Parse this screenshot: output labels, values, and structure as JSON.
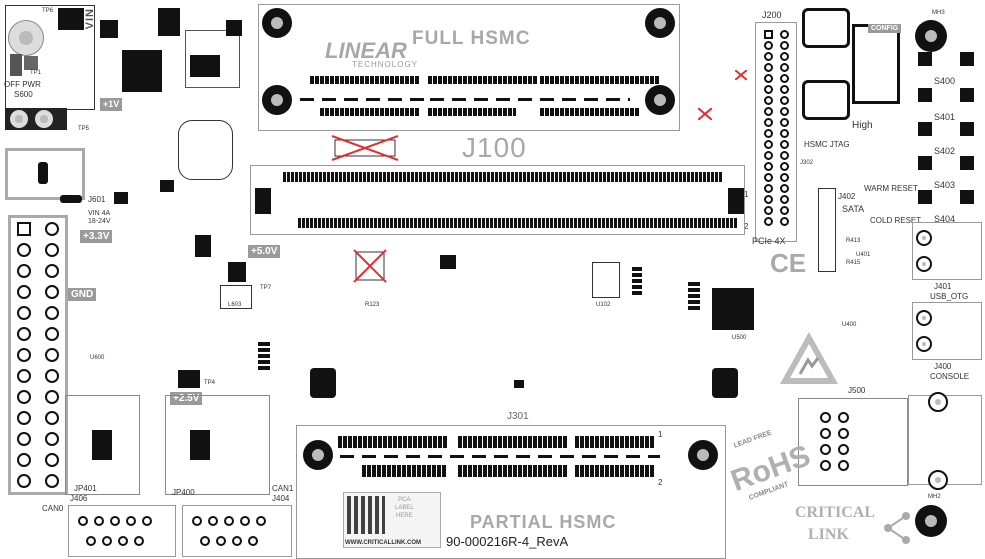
{
  "board_id": "90-000216R-4_RevA",
  "connectors": {
    "full_hsmc": "FULL HSMC",
    "partial_hsmc": "PARTIAL HSMC",
    "j100": "J100",
    "j301": "J301",
    "j200": "J200",
    "pcie": "PCIe 4X",
    "hsmc_jtag": "HSMC JTAG",
    "sata_ref": "J402",
    "sata": "SATA",
    "j500": "J500",
    "j401": "J401",
    "usb_otg": "USB_OTG",
    "j400": "J400",
    "console": "CONSOLE",
    "j601": "J601",
    "j406": "J406",
    "jp401": "JP401",
    "jp400": "JP400",
    "can1": "CAN1",
    "can0": "CAN0",
    "j404": "J404"
  },
  "rail_labels": [
    "+3.3V",
    "GND",
    "+5.0V",
    "+2.5V",
    "+1V"
  ],
  "switch_labels": {
    "off_pwr": "OFF PWR",
    "s600": "S600",
    "warm_reset": "WARM RESET",
    "cold_reset": "COLD RESET",
    "high": "High",
    "config": "CONFIG",
    "s400": "S400",
    "s401": "S401",
    "s402": "S402",
    "s403": "S403",
    "s404": "S404"
  },
  "vin_label": "VIN",
  "vin_range": "VIN 4A\n18-24V",
  "brand": {
    "linear": "LINEAR",
    "technology": "TECHNOLOGY",
    "critical": "CRITICAL",
    "link": "LINK"
  },
  "marks": {
    "ce": "CE",
    "lead_free": "LEAD FREE",
    "rohs": "RoHS",
    "compliant": "COMPLIANT",
    "pca_label": "PCA\nLABEL\nHERE",
    "website": "WWW.CRITICALLINK.COM"
  },
  "refdes": {
    "mh2": "MH2",
    "mh3": "MH3",
    "u500": "U500",
    "j302": "J302",
    "tp5": "TP5",
    "tp7": "TP7",
    "tp4": "TP4",
    "l603": "L603",
    "u600": "U600",
    "u400": "U400",
    "u401": "U401",
    "tp6": "TP6",
    "tp1": "TP1",
    "u102": "U102",
    "r413": "R413",
    "r415": "R415",
    "r123": "R123",
    "pin1": "1",
    "pin2": "2"
  }
}
